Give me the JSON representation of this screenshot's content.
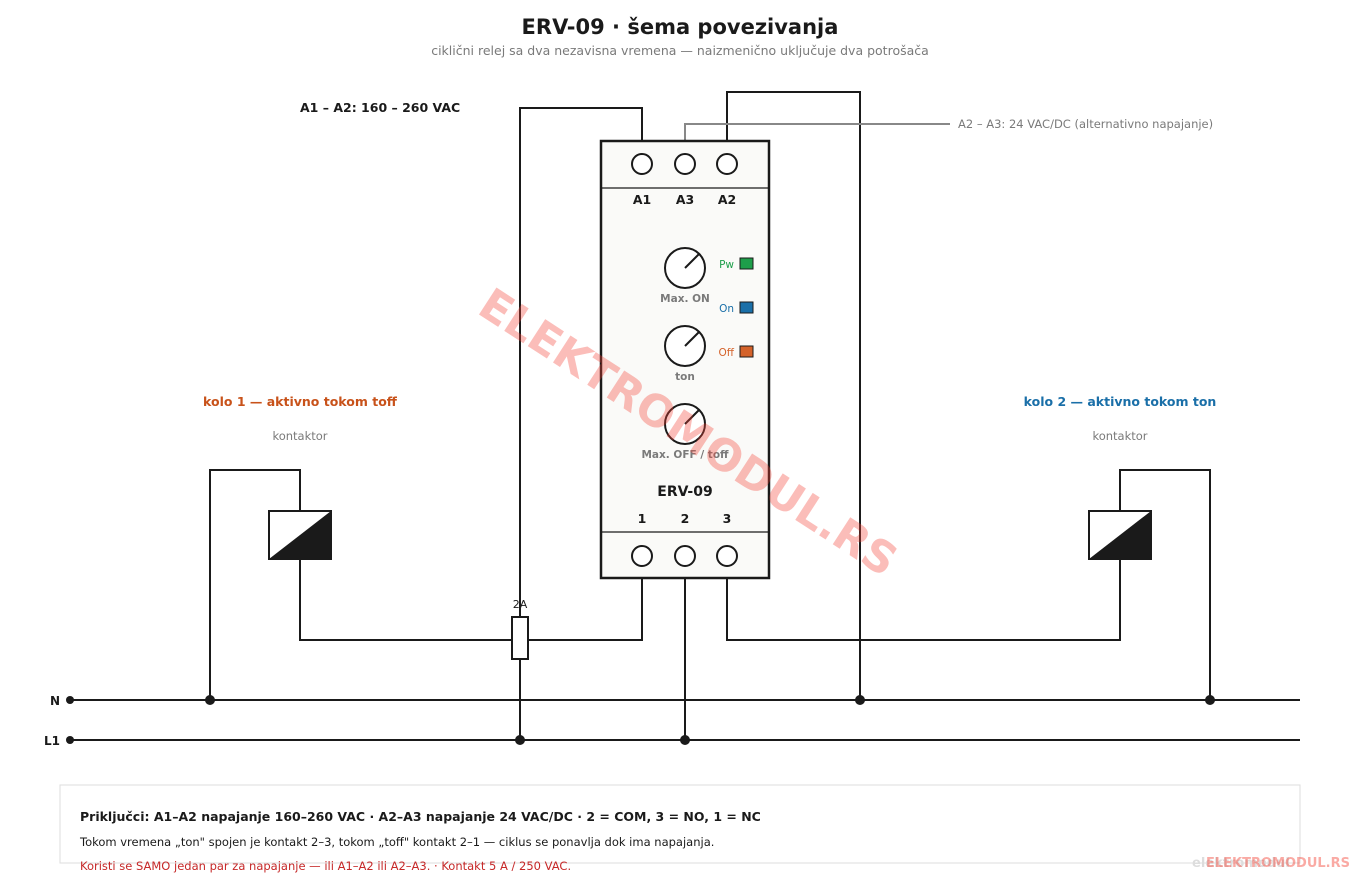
{
  "title": "ERV-09  ·  šema povezivanja",
  "subtitle": "ciklični relej sa dva nezavisna vremena — naizmenično uključuje dva potrošača",
  "supply_labels": {
    "a1_a2": "A1 – A2:  160 – 260 VAC",
    "a2_a3": "A2 – A3:  24 VAC/DC  (alternativno napajanje)"
  },
  "device": {
    "name": "ERV-09",
    "top_terminals": [
      "A1",
      "A3",
      "A2"
    ],
    "bottom_terminals": [
      "1",
      "2",
      "3"
    ],
    "knobs": [
      "Max. ON",
      "ton",
      "Max. OFF / toff"
    ],
    "leds": [
      {
        "label": "Pw",
        "color": "#1e9e4a"
      },
      {
        "label": "On",
        "color": "#1a6fa8"
      },
      {
        "label": "Off",
        "color": "#d4622a"
      }
    ]
  },
  "circuit1": {
    "title": "kolo 1 — aktivno tokom toff",
    "title_color": "#c8521a",
    "load": "kontaktor"
  },
  "circuit2": {
    "title": "kolo 2 — aktivno tokom ton",
    "title_color": "#1a6fa8",
    "load": "kontaktor"
  },
  "fuse_label": "2A",
  "lines": {
    "n": "N",
    "l1": "L1"
  },
  "footer": {
    "line1": "Priključci:  A1–A2 napajanje 160–260 VAC   ·   A2–A3 napajanje 24 VAC/DC   ·   2 = COM, 3 = NO, 1 = NC",
    "line2": "Tokom vremena „ton\" spojen je kontakt 2–3, tokom „toff\" kontakt 2–1 — ciklus se ponavlja dok ima napajanja.",
    "line3": "Koristi se SAMO jedan par za napajanje — ili A1–A2 ili A2–A3.   ·   Kontakt 5 A / 250 VAC."
  },
  "watermark": {
    "text": "ELEKTROMODUL.RS",
    "corner_grey": "elektromodul",
    "corner_red": "ELEKTROMODUL.RS"
  }
}
